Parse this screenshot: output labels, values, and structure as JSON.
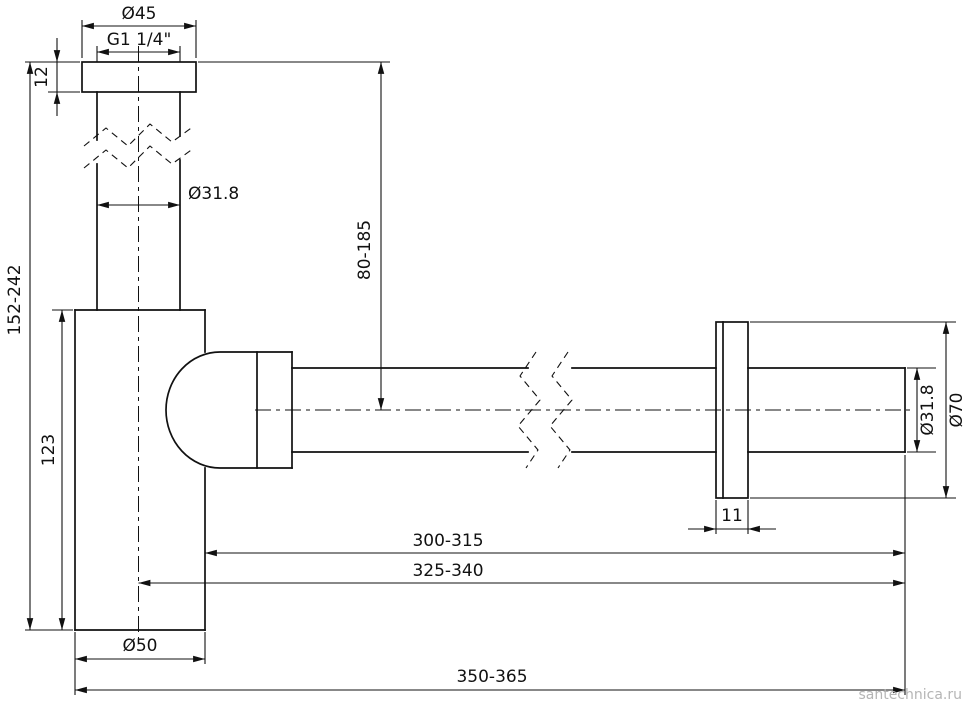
{
  "watermark": "santechnica.ru",
  "colors": {
    "line": "#111111",
    "text": "#111111",
    "watermark": "#b5b5b5",
    "background": "#ffffff"
  },
  "labels": {
    "flange_diameter": "Ø45",
    "thread_size": "G1 1/4\"",
    "flange_height": "12",
    "overall_height": "152-242",
    "cup_height": "123",
    "inlet_pipe_diameter": "Ø31.8",
    "inlet_adjust_height": "80-185",
    "outlet_pipe_diameter": "Ø31.8",
    "wall_flange_diameter": "Ø70",
    "wall_flange_thickness": "11",
    "length_to_cup_edge": "300-315",
    "length_to_cup_center": "325-340",
    "overall_length": "350-365",
    "cup_diameter": "Ø50"
  }
}
